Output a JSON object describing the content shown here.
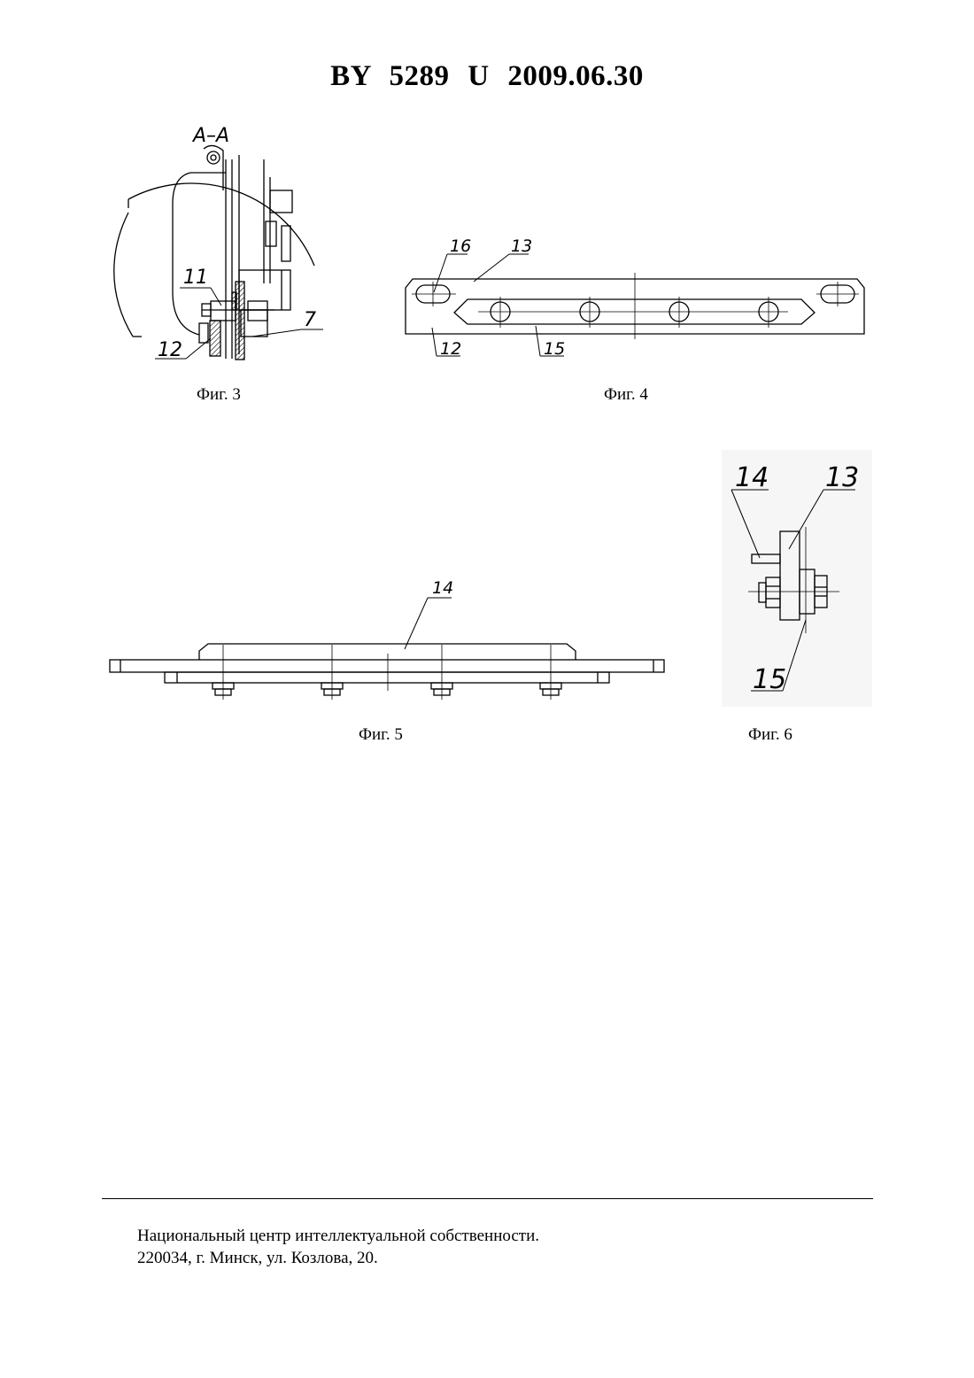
{
  "header": {
    "title": "BY  5289  U  2009.06.30"
  },
  "figures": [
    {
      "id": "fig3",
      "caption": "Фиг. 3",
      "section_label": "А–А",
      "callouts": {
        "a": "11",
        "b": "12",
        "c": "7"
      }
    },
    {
      "id": "fig4",
      "caption": "Фиг. 4",
      "callouts": {
        "a": "16",
        "b": "13",
        "c": "12",
        "d": "15"
      }
    },
    {
      "id": "fig5",
      "caption": "Фиг. 5",
      "callouts": {
        "a": "14"
      }
    },
    {
      "id": "fig6",
      "caption": "Фиг. 6",
      "callouts": {
        "a": "14",
        "b": "13",
        "c": "15"
      }
    }
  ],
  "footer": {
    "line1": "Национальный центр интеллектуальной собственности.",
    "line2": "220034, г. Минск, ул. Козлова, 20."
  }
}
